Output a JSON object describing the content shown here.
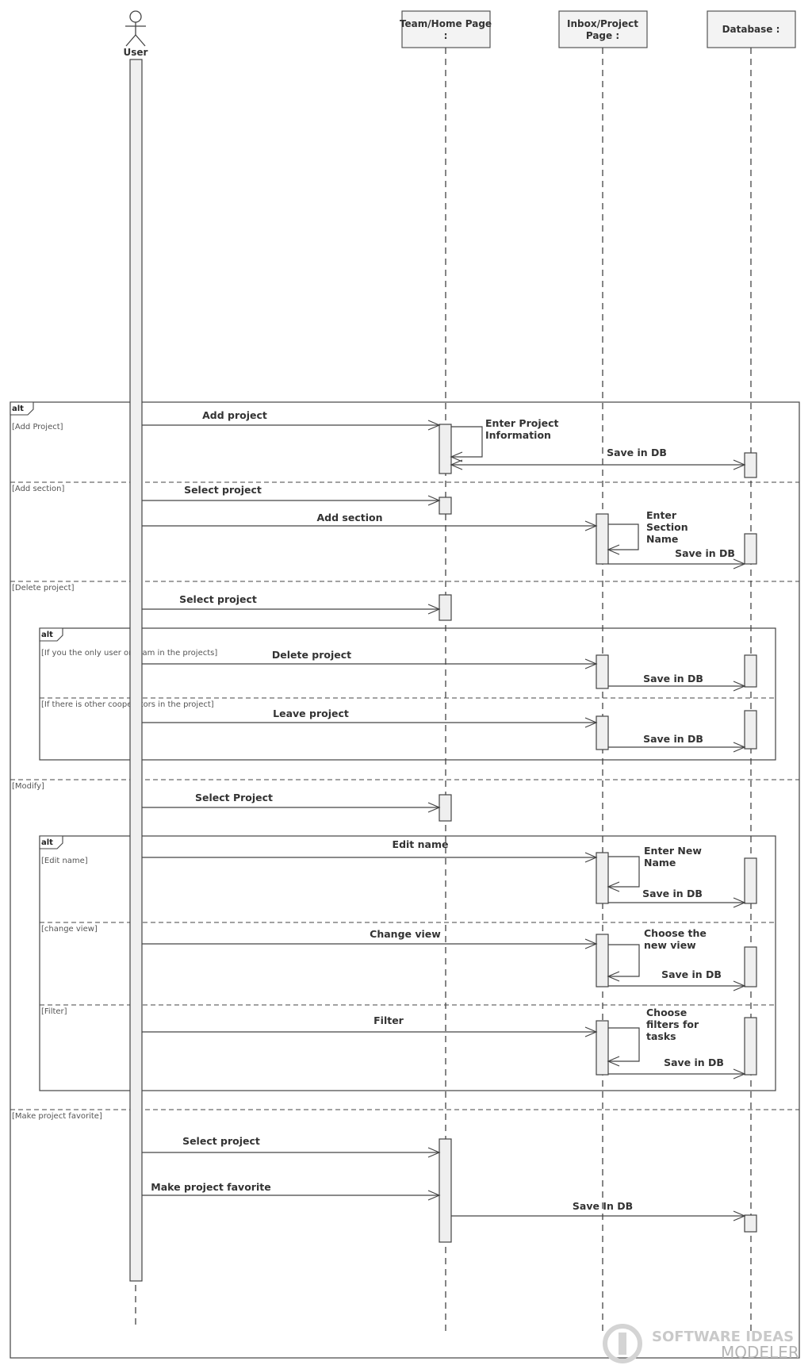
{
  "actor": {
    "name": "User"
  },
  "lifelines": [
    {
      "key": "team",
      "title_line1": "Team/Home Page",
      "title_line2": ":"
    },
    {
      "key": "inbox",
      "title_line1": "Inbox/Project",
      "title_line2": "Page :"
    },
    {
      "key": "db",
      "title_line1": "Database :",
      "title_line2": ""
    }
  ],
  "outer_frame": {
    "operator": "alt",
    "guards": [
      "[Add Project]",
      "[Add section]",
      "[Delete project]",
      "[Modify]",
      "[Make project favorite]"
    ]
  },
  "inner_frames": [
    {
      "operator": "alt",
      "guards": [
        "[If you the only user or team in the projects]",
        "[If there is other cooperators in the project]"
      ]
    },
    {
      "operator": "alt",
      "guards": [
        "[Edit name]",
        "[change view]",
        "[Filter]"
      ]
    }
  ],
  "messages": [
    {
      "id": "add-project",
      "label": "Add project"
    },
    {
      "id": "enter-project-info",
      "label": "Enter Project\nInformation"
    },
    {
      "id": "save-in-db-1",
      "label": "Save in DB"
    },
    {
      "id": "select-project-1",
      "label": "Select project"
    },
    {
      "id": "add-section",
      "label": "Add section"
    },
    {
      "id": "enter-section-name",
      "label": "Enter\nSection\nName"
    },
    {
      "id": "save-in-db-2",
      "label": "Save in DB"
    },
    {
      "id": "select-project-2",
      "label": "Select project"
    },
    {
      "id": "delete-project",
      "label": "Delete project"
    },
    {
      "id": "save-in-db-3",
      "label": "Save in DB"
    },
    {
      "id": "leave-project",
      "label": "Leave project"
    },
    {
      "id": "save-in-db-4",
      "label": "Save in DB"
    },
    {
      "id": "select-project-3",
      "label": "Select Project"
    },
    {
      "id": "edit-name",
      "label": "Edit name"
    },
    {
      "id": "enter-new-name",
      "label": "Enter New\nName"
    },
    {
      "id": "save-in-db-5",
      "label": "Save in DB"
    },
    {
      "id": "change-view",
      "label": "Change view"
    },
    {
      "id": "choose-new-view",
      "label": "Choose the\nnew view"
    },
    {
      "id": "save-in-db-6",
      "label": "Save in DB"
    },
    {
      "id": "filter",
      "label": "Filter"
    },
    {
      "id": "choose-filters",
      "label": "Choose\nfilters for\ntasks"
    },
    {
      "id": "save-in-db-7",
      "label": "Save in DB"
    },
    {
      "id": "select-project-4",
      "label": "Select project"
    },
    {
      "id": "make-project-favorite",
      "label": "Make project favorite"
    },
    {
      "id": "save-in-db-8",
      "label": "Save In DB"
    }
  ],
  "watermark": {
    "line1": "SOFTWARE IDEAS",
    "line2": "MODELER"
  }
}
